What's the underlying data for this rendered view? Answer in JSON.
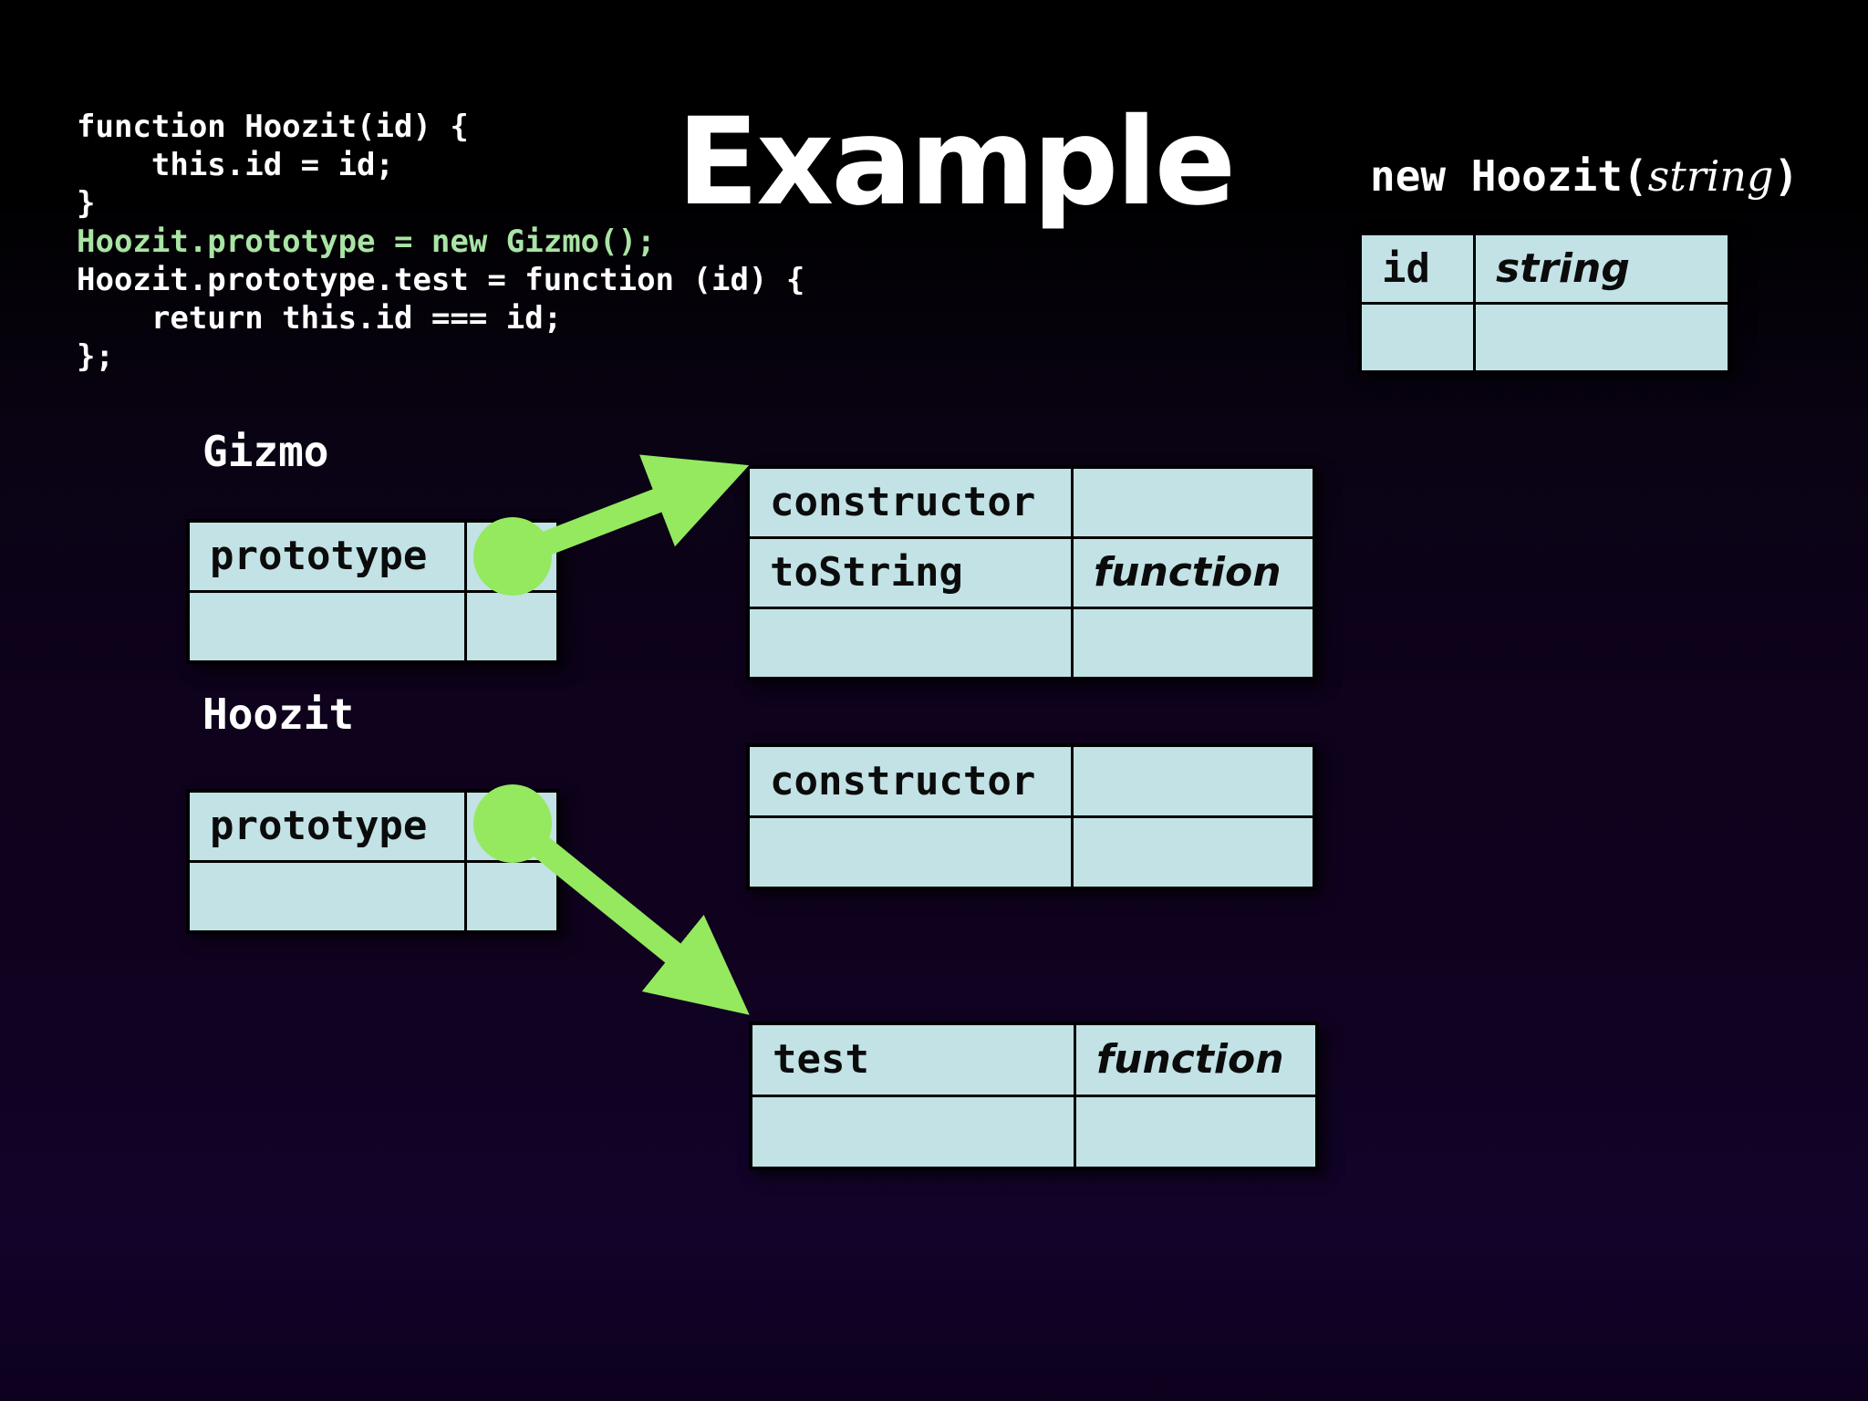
{
  "slide_title": "Example",
  "code_block": {
    "lines": [
      {
        "text": "function Hoozit(id) {",
        "highlight": false
      },
      {
        "text": "    this.id = id;",
        "highlight": false
      },
      {
        "text": "}",
        "highlight": false
      },
      {
        "text": "Hoozit.prototype = new Gizmo();",
        "highlight": true
      },
      {
        "text": "Hoozit.prototype.test = function (id) {",
        "highlight": false
      },
      {
        "text": "    return this.id === id;",
        "highlight": false
      },
      {
        "text": "};",
        "highlight": false
      }
    ]
  },
  "constructor_expression": {
    "keyword": "new Hoozit(",
    "argument": "string",
    "close_paren": ")"
  },
  "tables": {
    "new_instance": {
      "rows": [
        [
          "id",
          "string"
        ],
        [
          "",
          ""
        ]
      ]
    },
    "gizmo_function": {
      "label": "Gizmo",
      "rows": [
        [
          "prototype",
          ""
        ],
        [
          "",
          ""
        ]
      ]
    },
    "hoozit_function": {
      "label": "Hoozit",
      "rows": [
        [
          "prototype",
          ""
        ],
        [
          "",
          ""
        ]
      ]
    },
    "gizmo_prototype": {
      "rows": [
        [
          "constructor",
          ""
        ],
        [
          "toString",
          "function"
        ],
        [
          "",
          ""
        ]
      ]
    },
    "hoozit_prototype": {
      "rows": [
        [
          "constructor",
          ""
        ],
        [
          "",
          ""
        ]
      ]
    },
    "hoozit_prototype_test": {
      "rows": [
        [
          "test",
          "function"
        ],
        [
          "",
          ""
        ]
      ]
    }
  },
  "colors": {
    "arrow_green": "#94e95f",
    "code_highlight_green": "#a9e4a5",
    "cell_background": "#c2e2e5",
    "slide_background_top": "#000000",
    "slide_background_bottom": "#12032a"
  }
}
